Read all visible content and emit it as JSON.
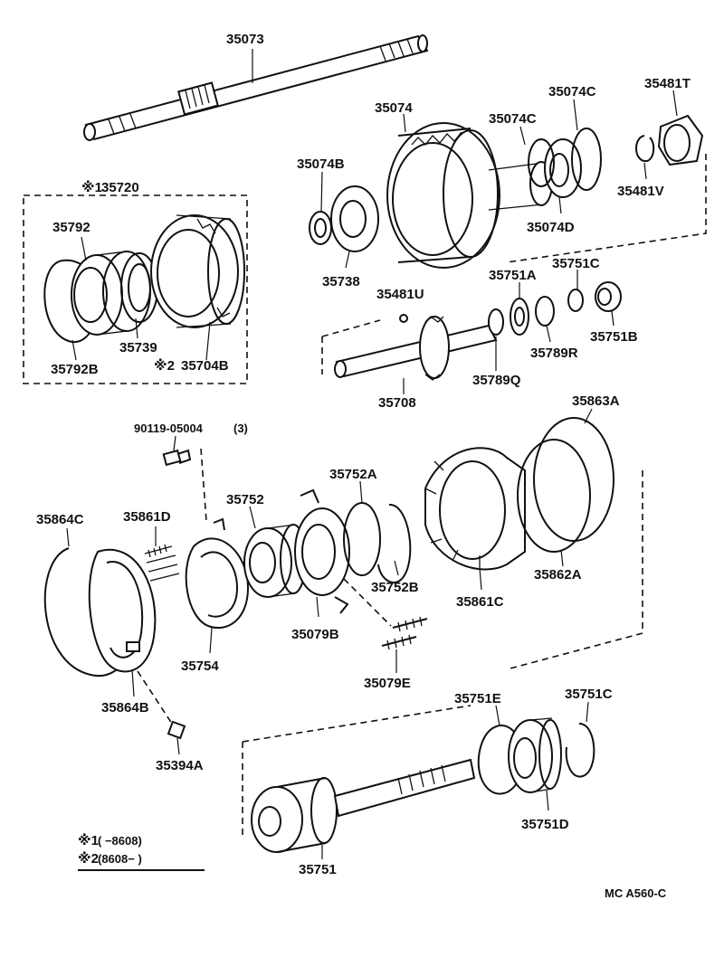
{
  "parts": {
    "p35073": "35073",
    "p35720_mark": "※1",
    "p35720": "35720",
    "p35792": "35792",
    "p35792B": "35792B",
    "p35739": "35739",
    "p35704B_mark": "※2",
    "p35704B": "35704B",
    "p35074": "35074",
    "p35074B": "35074B",
    "p35738": "35738",
    "p35074C_a": "35074C",
    "p35074C_b": "35074C",
    "p35074D": "35074D",
    "p35481T": "35481T",
    "p35481V": "35481V",
    "p35481U": "35481U",
    "p35751A": "35751A",
    "p35751C_a": "35751C",
    "p35751B": "35751B",
    "p35789R": "35789R",
    "p35789Q": "35789Q",
    "p35708": "35708",
    "p90119": "90119-05004",
    "p90119_qty": "(3)",
    "p35863A": "35863A",
    "p35752A": "35752A",
    "p35752": "35752",
    "p35861D": "35861D",
    "p35864C": "35864C",
    "p35752B": "35752B",
    "p35862A": "35862A",
    "p35861C": "35861C",
    "p35079B": "35079B",
    "p35754": "35754",
    "p35079E": "35079E",
    "p35864B": "35864B",
    "p35751E": "35751E",
    "p35751C_b": "35751C",
    "p35394A": "35394A",
    "p35751D": "35751D",
    "p35751": "35751"
  },
  "legend": {
    "row1_mark": "※1",
    "row1_text": "(      −8608)",
    "row2_mark": "※2",
    "row2_text": "(8608−      )"
  },
  "footer": {
    "code": "MC  A560-C"
  }
}
